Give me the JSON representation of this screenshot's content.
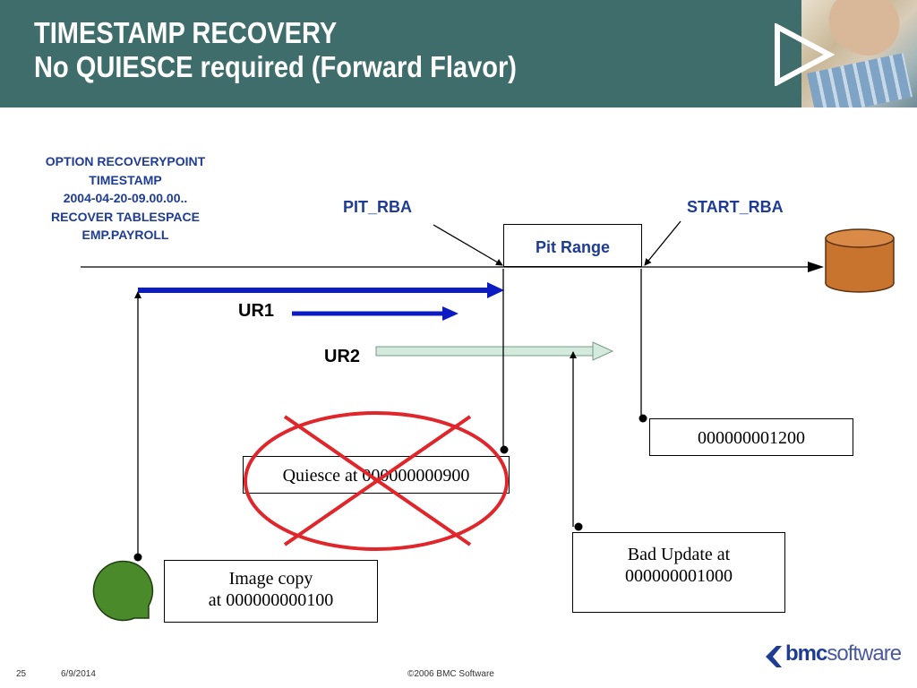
{
  "header": {
    "title_line1": "TIMESTAMP RECOVERY",
    "title_line2": "No QUIESCE required (Forward Flavor)",
    "play_icon": "play-triangle-icon",
    "header_color": "#3f6d6b"
  },
  "note": {
    "line1": "OPTION RECOVERYPOINT",
    "line2": "TIMESTAMP",
    "line3": "2004-04-20-09.00.00..",
    "line4": "RECOVER TABLESPACE",
    "line5": "EMP.PAYROLL"
  },
  "labels": {
    "pit_rba": "PIT_RBA",
    "start_rba": "START_RBA",
    "pit_range": "Pit Range",
    "ur1": "UR1",
    "ur2": "UR2"
  },
  "boxes": {
    "start_rba_value": "000000001200",
    "quiesce": "Quiesce at 000000000900",
    "bad_update_line1": "Bad Update at",
    "bad_update_line2": "000000001000",
    "image_copy_line1": "Image copy",
    "image_copy_line2": "at 000000000100"
  },
  "icons": {
    "database": "database-cylinder-icon",
    "tape": "tape-reel-icon",
    "cross_out": "cross-out-icon"
  },
  "colors": {
    "accent_blue": "#1f3c94",
    "ur1_arrow": "#0a1cc2",
    "ur2_arrow": "#d3eadc",
    "cross_out": "#e0262a",
    "database": "#c8742e",
    "tape": "#4a8a2a"
  },
  "footer": {
    "page_number": "25",
    "date": "6/9/2014",
    "copyright": "©2006 BMC Software",
    "logo_bold": "bmc",
    "logo_light": "software"
  }
}
